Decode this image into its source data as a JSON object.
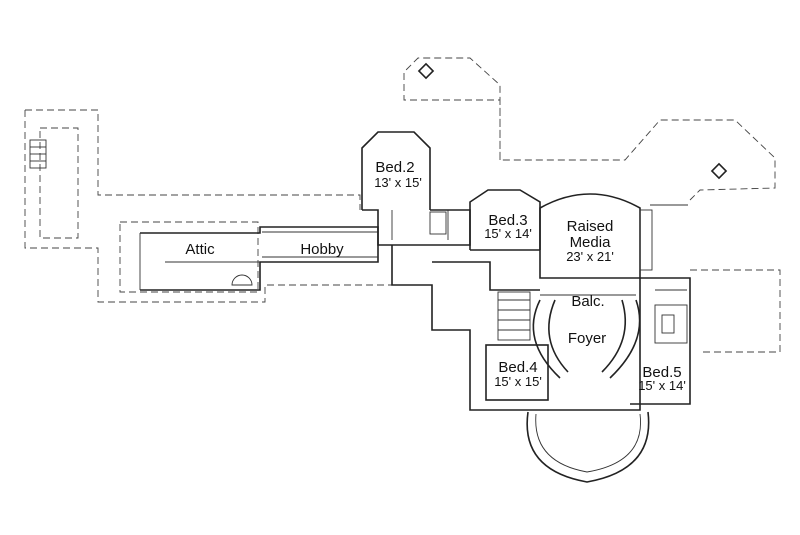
{
  "rooms": {
    "attic": {
      "name": "Attic"
    },
    "hobby": {
      "name": "Hobby"
    },
    "bed2": {
      "name": "Bed.2",
      "size": "13' x 15'"
    },
    "bed3": {
      "name": "Bed.3",
      "size": "15' x 14'"
    },
    "media": {
      "name1": "Raised",
      "name2": "Media",
      "size": "23' x 21'"
    },
    "balc": {
      "name": "Balc."
    },
    "foyer": {
      "name": "Foyer"
    },
    "bed4": {
      "name": "Bed.4",
      "size": "15' x 15'"
    },
    "bed5": {
      "name": "Bed.5",
      "size": "15' x 14'"
    }
  }
}
